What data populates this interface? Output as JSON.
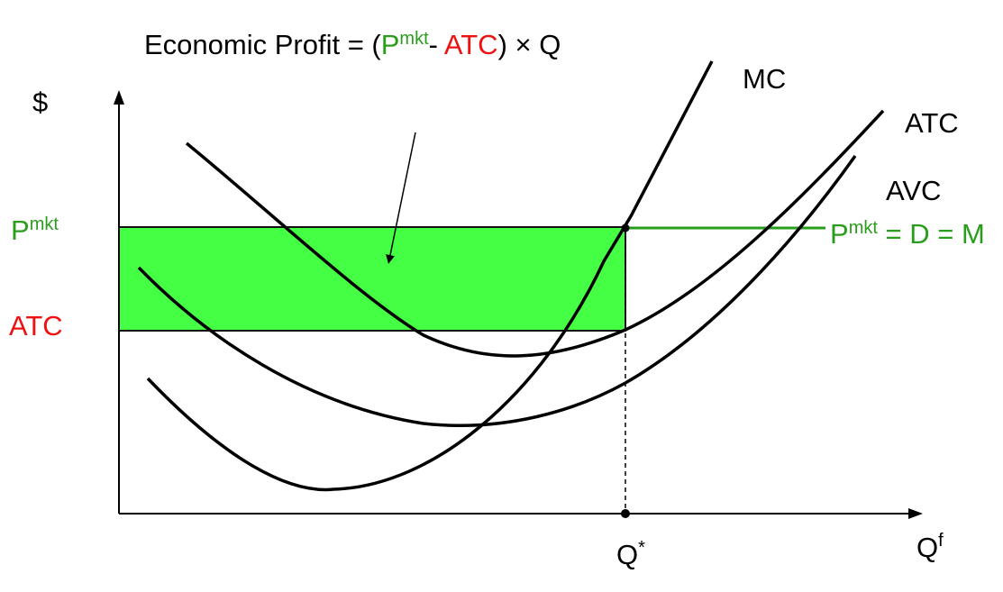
{
  "title": {
    "prefix": "Economic Profit  = (",
    "p": "P",
    "p_sup": "mkt",
    "dash": "- ",
    "atc": "ATC",
    "suffix": ") × Q"
  },
  "y_axis_label": "$",
  "x_axis": {
    "label": "Q",
    "label_sup": "f",
    "qstar": "Q",
    "qstar_sup": "*"
  },
  "left_labels": {
    "pmkt": "P",
    "pmkt_sup": "mkt",
    "atc": "ATC"
  },
  "curves": {
    "mc": "MC",
    "atc": "ATC",
    "avc": "AVC"
  },
  "demand_label": {
    "p": "P",
    "p_sup": "mkt",
    "rest": " = D = M"
  },
  "colors": {
    "profit_fill": "#44ff44",
    "price_line": "#2a9d1c",
    "green_text": "#2a9d1c",
    "red_text": "#ee1111",
    "curve": "#000000"
  }
}
